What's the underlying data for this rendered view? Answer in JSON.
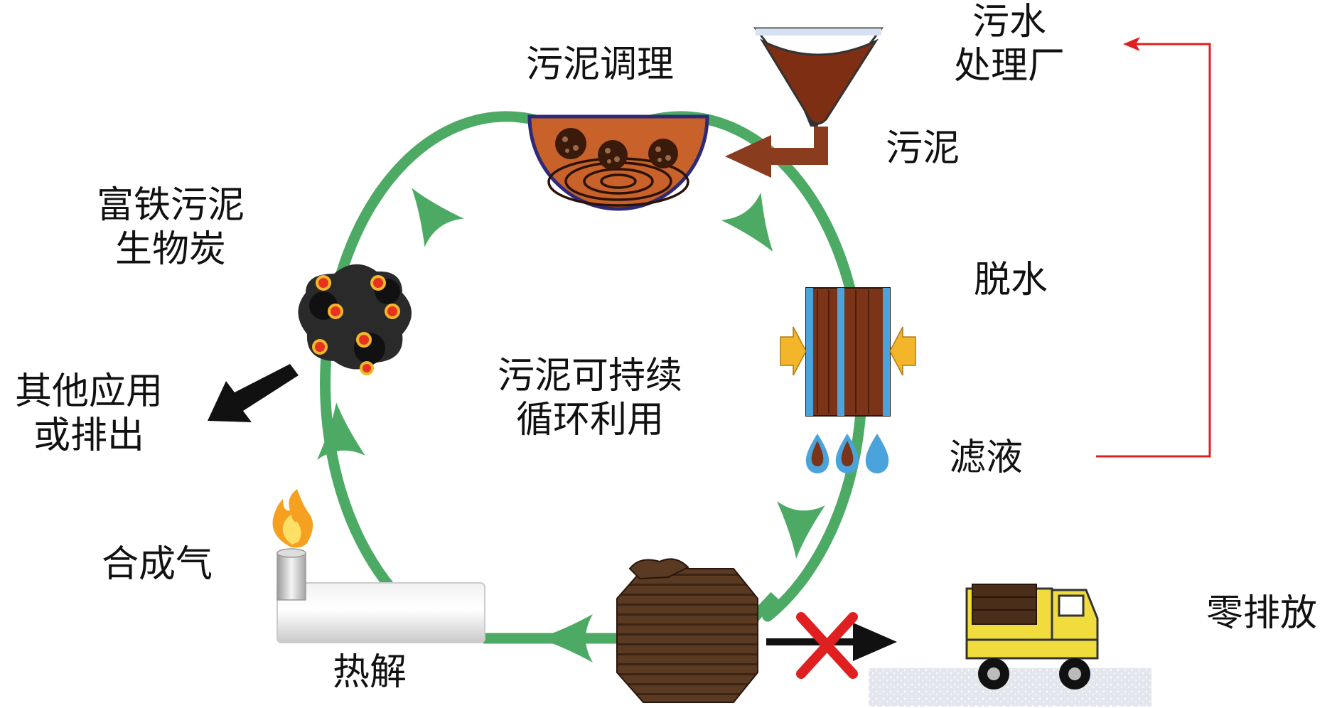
{
  "labels": {
    "sludge_conditioning": "污泥调理",
    "wwtp": [
      "污水",
      "处理厂"
    ],
    "sludge": "污泥",
    "dewatering": "脱水",
    "filtrate": "滤液",
    "biochar": [
      "富铁污泥",
      "生物炭"
    ],
    "other_use": [
      "其他应用",
      "或排出"
    ],
    "center": [
      "污泥可持续",
      "循环利用"
    ],
    "syngas": "合成气",
    "pyrolysis": "热解",
    "zero_discharge": "零排放"
  },
  "colors": {
    "cycle": "#4caa64",
    "return_line": "#e02020",
    "sludge_brown": "#8a3c1e",
    "bowl_fill": "#c8622a",
    "water_blue": "#4ba3dc",
    "biochar_dot": "#e6321e",
    "cross": "#e02020",
    "truck": "#f0dc3c"
  },
  "icons": [
    "funnel-icon",
    "bowl-icon",
    "filter-press-icon",
    "water-drop-icon",
    "sludge-cake-icon",
    "biochar-icon",
    "flame-icon",
    "reactor-tube-icon",
    "truck-icon",
    "cross-icon"
  ]
}
